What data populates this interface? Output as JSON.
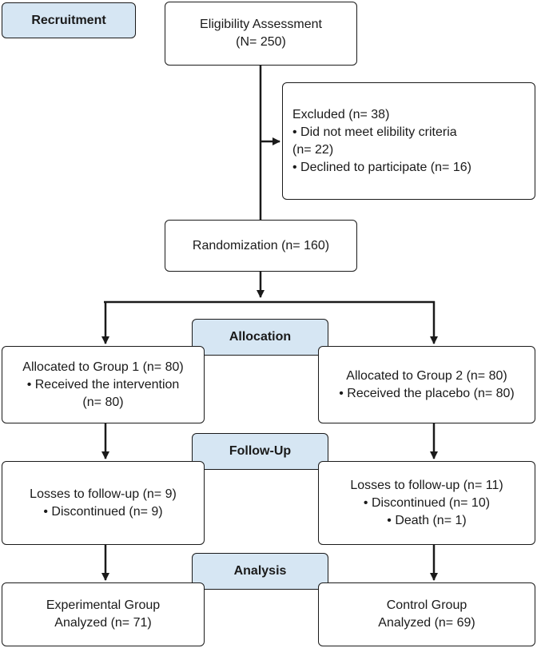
{
  "stages": {
    "recruitment": "Recruitment",
    "allocation": "Allocation",
    "follow_up": "Follow-Up",
    "analysis": "Analysis"
  },
  "eligibility": [
    "Eligibility Assessment",
    "(N= 250)"
  ],
  "excluded": [
    "Excluded (n= 38)",
    "• Did not meet elibility criteria",
    "(n= 22)",
    "• Declined to participate (n= 16)"
  ],
  "randomization": "Randomization (n= 160)",
  "group1": {
    "allocated": [
      "Allocated to Group 1 (n= 80)",
      "• Received the intervention",
      "(n= 80)"
    ],
    "follow_up": [
      "Losses to follow-up (n= 9)",
      "• Discontinued (n= 9)"
    ],
    "analysis": [
      "Experimental Group",
      "Analyzed (n= 71)"
    ]
  },
  "group2": {
    "allocated": [
      "Allocated to Group 2 (n= 80)",
      "• Received the placebo (n= 80)"
    ],
    "follow_up": [
      "Losses to follow-up (n= 11)",
      "• Discontinued (n= 10)",
      "• Death (n= 1)"
    ],
    "analysis": [
      "Control Group",
      "Analyzed (n= 69)"
    ]
  }
}
